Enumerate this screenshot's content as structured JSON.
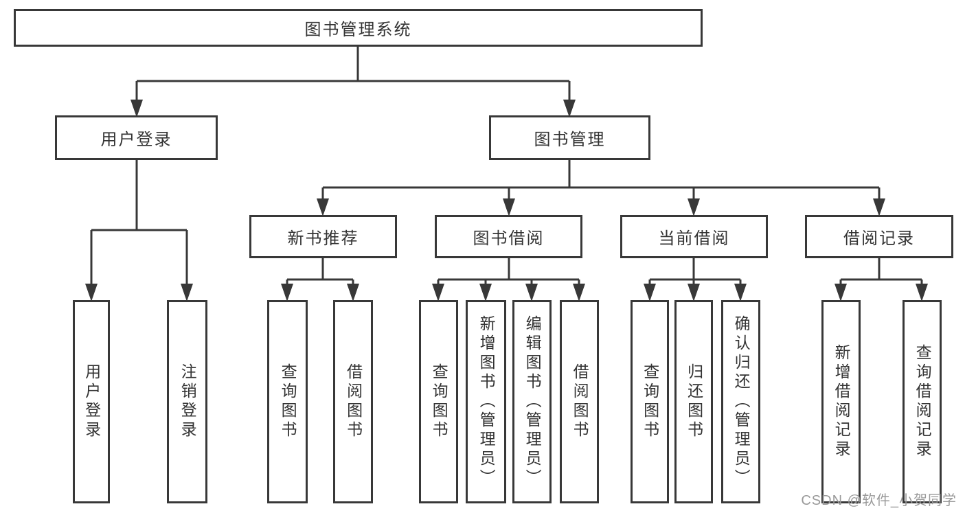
{
  "tree": {
    "label": "图书管理系统",
    "children": [
      {
        "label": "用户登录",
        "children": [
          {
            "label": "用户登录"
          },
          {
            "label": "注销登录"
          }
        ]
      },
      {
        "label": "图书管理",
        "children": [
          {
            "label": "新书推荐",
            "children": [
              {
                "label": "查询图书"
              },
              {
                "label": "借阅图书"
              }
            ]
          },
          {
            "label": "图书借阅",
            "children": [
              {
                "label": "查询图书"
              },
              {
                "label": "新增图书（管理员）"
              },
              {
                "label": "编辑图书（管理员）"
              },
              {
                "label": "借阅图书"
              }
            ]
          },
          {
            "label": "当前借阅",
            "children": [
              {
                "label": "查询图书"
              },
              {
                "label": "归还图书"
              },
              {
                "label": "确认归还（管理员）"
              }
            ]
          },
          {
            "label": "借阅记录",
            "children": [
              {
                "label": "新增借阅记录"
              },
              {
                "label": "查询借阅记录"
              }
            ]
          }
        ]
      }
    ]
  },
  "watermark": {
    "text": "CSDN @软件_小贺同学"
  },
  "colors": {
    "line": "#383838",
    "box_border": "#383838",
    "text": "#333333",
    "watermark": "#9a9a9a",
    "background": "#ffffff"
  }
}
